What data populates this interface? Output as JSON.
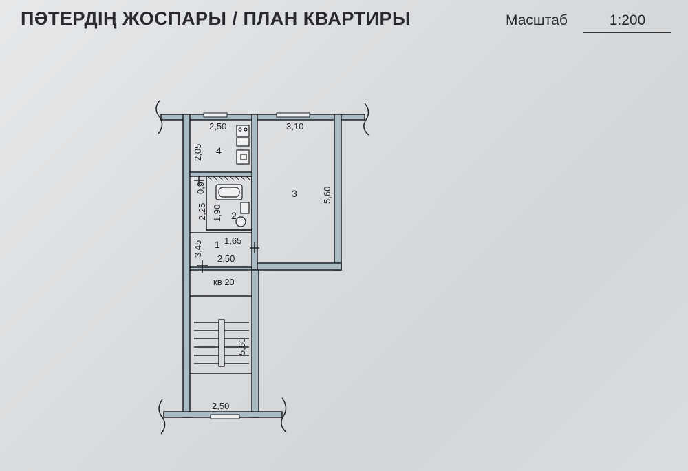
{
  "header": {
    "title": "ПӘТЕРДІҢ ЖОСПАРЫ / ПЛАН КВАРТИРЫ",
    "scale_label": "Масштаб",
    "scale_value": "1:200"
  },
  "plan": {
    "apartment_label": "кв 20",
    "rooms": {
      "hall": "1",
      "bathroom": "2",
      "living_room": "3",
      "kitchen": "4"
    },
    "dimensions": {
      "kitchen_width": "2,50",
      "kitchen_depth": "2,05",
      "room_width": "3,10",
      "room_depth": "5,60",
      "bath_gap": "0,9",
      "bath_length": "2,25",
      "bath_width": "1,90",
      "hall_width_top": "1,65",
      "hall_depth": "3,45",
      "hall_width": "2,50",
      "stair_depth": "5,60",
      "stair_width": "2,50"
    }
  }
}
